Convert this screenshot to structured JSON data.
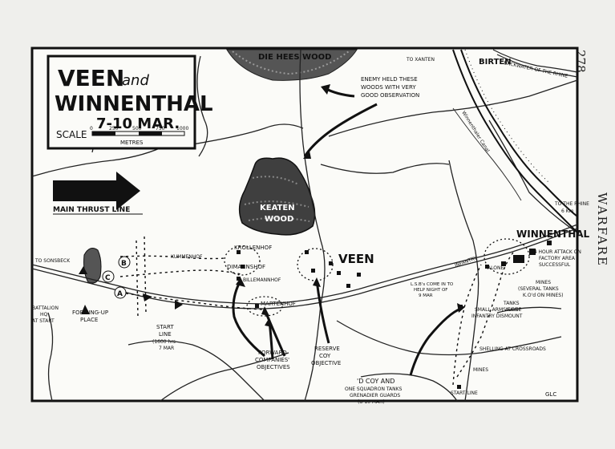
{
  "page": {
    "number": "278",
    "running_head": "WARFARE"
  },
  "title": {
    "line1": "VEEN",
    "and": "and",
    "line2": "WINNENTHAL",
    "dates": "7-10 MAR."
  },
  "scale": {
    "label": "SCALE",
    "ticks": [
      "0",
      "250",
      "500",
      "750",
      "1000"
    ],
    "unit": "METRES"
  },
  "legend": {
    "main_thrust": "MAIN THRUST LINE"
  },
  "places": {
    "die_hees_wood": "DIE HEES WOOD",
    "birten": "BIRTEN",
    "to_xanten": "TO XANTEN",
    "backwater": "BACKWATER OF THE RHINE",
    "winnenthaler_canal": "Winnenthaler Canal",
    "keaten_wood_1": "KEATEN",
    "keaten_wood_2": "WOOD",
    "veen": "VEEN",
    "winnenthal": "WINNENTHAL",
    "to_the_rhine_1": "TO THE RHINE",
    "to_the_rhine_2": "6 Km",
    "to_sonsbeck": "TO SONSBECK",
    "krollenhof": "KROLLENHOF",
    "kummenhof": "KUMMENHOF",
    "dimannshof": "DIMANNSHOF",
    "billemannhof": "BILLEMANNHOF",
    "martenhof": "MARTENHOF",
    "infantry": "INFANTRY",
    "alone": "ALONE"
  },
  "annotations": {
    "enemy_held": [
      "ENEMY HELD THESE",
      "WOODS WITH VERY",
      "GOOD OBSERVATION"
    ],
    "battalion_hq": [
      "BATTALION",
      "HQ",
      "AT START"
    ],
    "forming_up": [
      "FORMING-UP",
      "PLACE"
    ],
    "start_line_left": [
      "START",
      "LINE",
      "(1600 hrs",
      "7 MAR"
    ],
    "forward_companies": [
      "FORWARD",
      "COMPANIES'",
      "OBJECTIVES"
    ],
    "reserve_coy": [
      "RESERVE",
      "COY",
      "OBJECTIVE"
    ],
    "d_coy": [
      "'D COY AND",
      "ONE SQUADRON TANKS",
      "GRENADIER GUARDS",
      "(8-10 MAR)"
    ],
    "lsb_comes_in": [
      "L.S.B's COME IN TO",
      "HELP NIGHT OF",
      "9 MAR"
    ],
    "attack_factory": [
      "24 HOUR ATTACK ON",
      "FACTORY AREA",
      "SUCCESSFUL"
    ],
    "mines_tanks": [
      "MINES",
      "(SEVERAL TANKS",
      "K.O'd ON MINES)"
    ],
    "tanks_alone": [
      "TANKS",
      "ALONE"
    ],
    "small_arms": [
      "SMALL ARMS FIRE-",
      "INFANTRY DISMOUNT"
    ],
    "shelling": "SHELLING AT CROSSROADS",
    "mines_low": "MINES",
    "start_line_right": "START LINE",
    "signature": "GLC"
  },
  "company_markers": [
    "B",
    "C",
    "A"
  ]
}
